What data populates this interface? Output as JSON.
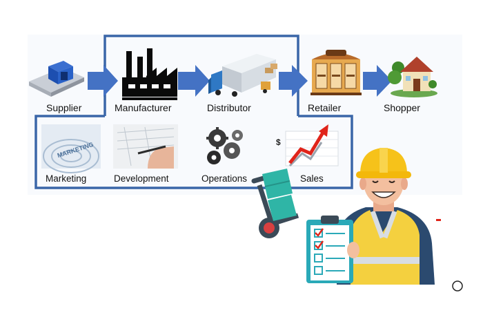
{
  "chain": {
    "supplier": "Supplier",
    "manufacturer": "Manufacturer",
    "distributor": "Distributor",
    "retailer": "Retailer",
    "shopper": "Shopper"
  },
  "functions": {
    "marketing": "Marketing",
    "development": "Development",
    "operations": "Operations",
    "sales": "Sales"
  },
  "image_text": {
    "marketing_word": "MARKETING",
    "dollar": "$"
  },
  "colors": {
    "arrow": "#4472c4",
    "box_border": "#3a66a8",
    "helmet": "#f6c21a",
    "vest": "#f4d03f",
    "clipboard": "#2aa9b8",
    "sales_arrow": "#e0241a"
  }
}
